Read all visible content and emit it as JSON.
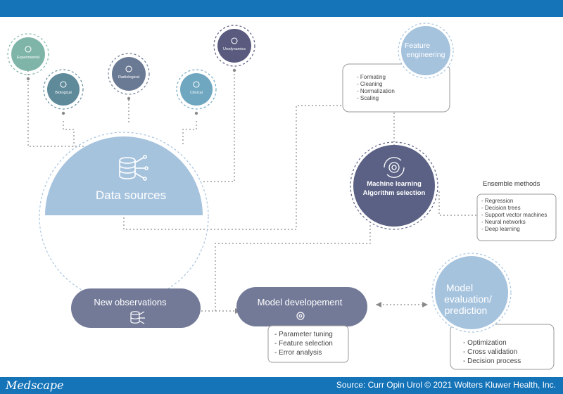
{
  "branding": {
    "logo": "Medscape",
    "source": "Source: Curr Opin Urol © 2021 Wolters Kluwer Health, Inc."
  },
  "data_sources": {
    "label": "Data sources",
    "items": [
      {
        "label": "Experimental",
        "color": "#7fb5a8",
        "icon": "graduation-cap-icon"
      },
      {
        "label": "Biological",
        "color": "#5f8a9a",
        "icon": "molecule-icon"
      },
      {
        "label": "Radiological",
        "color": "#6b7a94",
        "icon": "xray-icon"
      },
      {
        "label": "Clinical",
        "color": "#6fa6c0",
        "icon": "heartbeat-icon"
      },
      {
        "label": "Urodynamics",
        "color": "#595a7e",
        "icon": "chart-icon"
      }
    ]
  },
  "feature_engineering": {
    "title_line1": "Feature",
    "title_line2": "engineering",
    "items": [
      "- Formating",
      "- Cleaning",
      "- Normalization",
      "- Scaling"
    ]
  },
  "ml_selection": {
    "title_line1": "Machine learning",
    "title_line2": "Algorithm selection"
  },
  "ensemble": {
    "title": "Ensemble methods",
    "items": [
      "- Regression",
      "- Decision trees",
      "- Support vector machines",
      "- Neural networks",
      "- Deep learning"
    ]
  },
  "new_observations": {
    "label": "New observations"
  },
  "model_development": {
    "label": "Model developement",
    "items": [
      "- Parameter tuning",
      "- Feature selection",
      "- Error analysis"
    ]
  },
  "model_evaluation": {
    "title_line1": "Model",
    "title_line2": "evaluation/",
    "title_line3": "prediction",
    "items": [
      "- Optimization",
      "- Cross validation",
      "- Decision process"
    ]
  },
  "colors": {
    "light_blue": "#a6c3de",
    "dark_slate": "#5b6184",
    "node_gray": "#737a98",
    "dotted": "#8a8a8a"
  }
}
